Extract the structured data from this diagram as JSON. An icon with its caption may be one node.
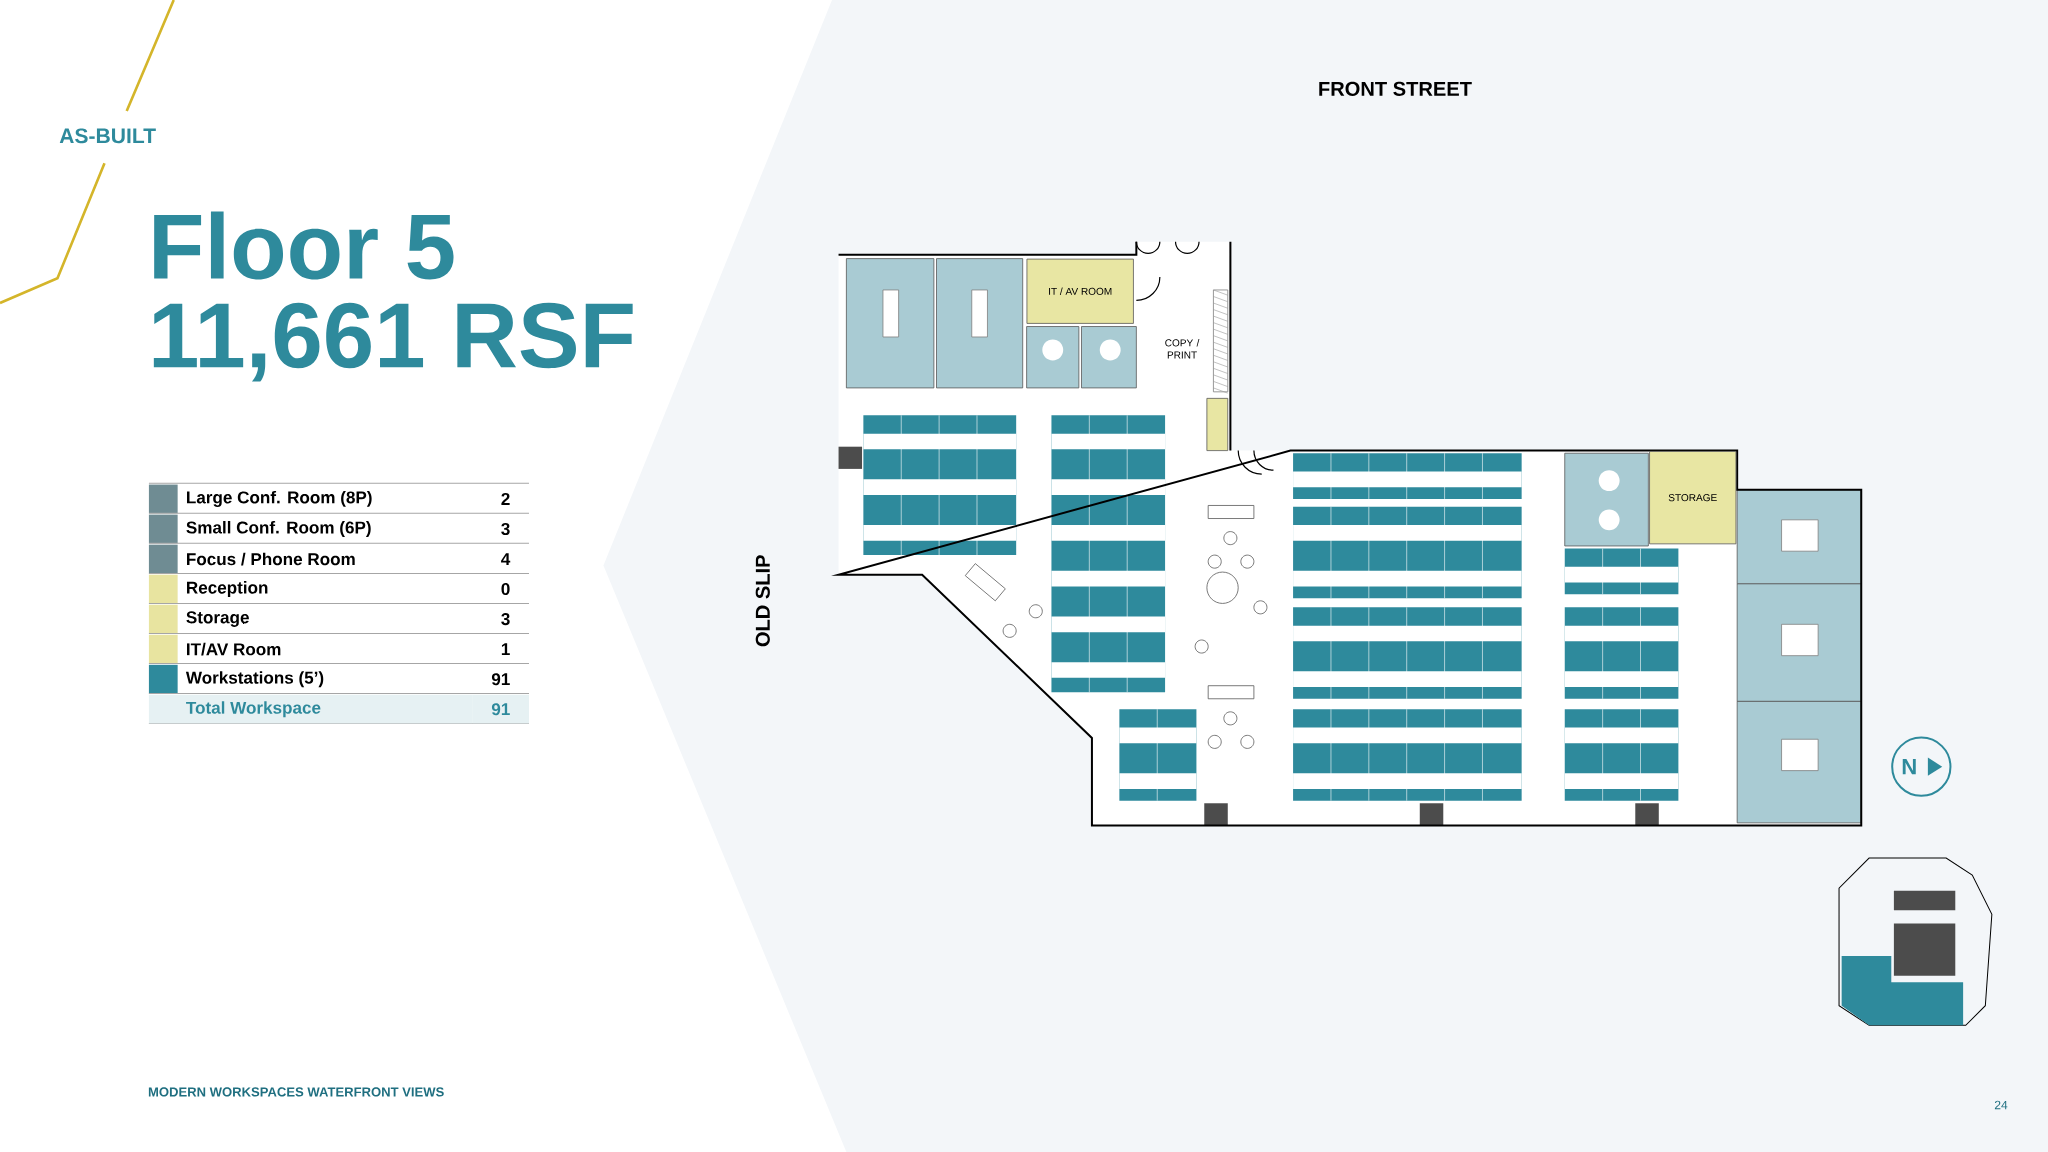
{
  "diagram": {
    "title": "Floor 5",
    "nodes": [
      {
        "text": [
          "IT / AV ROOM"
        ]
      },
      {
        "text": [
          "STORAGE"
        ]
      },
      {
        "text": [
          "N"
        ]
      }
    ],
    "labels": [
      "AS-BUILT",
      "11,661 RSF",
      "2",
      "3",
      "4",
      "0",
      "3",
      "1",
      "91",
      "Total Workspace",
      "91",
      "FRONT STREET",
      "OLD SLIP",
      "COPY / PRINT",
      "MODERN WORKSPACES WATERFRONT VIEWS",
      "24"
    ],
    "legend": [
      {
        "text": "Large Conf. Room (8P)",
        "color": "#6f8c93"
      },
      {
        "text": "Small Conf. Room (6P)",
        "color": "#6f8c93"
      },
      {
        "text": "Focus / Phone Room",
        "color": "#6f8c93"
      },
      {
        "text": "Reception",
        "color": "#e8e4a0"
      },
      {
        "text": "Storage",
        "color": "#e8e4a0"
      },
      {
        "text": "IT/AV Room",
        "color": "#e8e4a0"
      },
      {
        "text": "Workstations (5’)",
        "color": "#2e8a9c"
      }
    ]
  }
}
